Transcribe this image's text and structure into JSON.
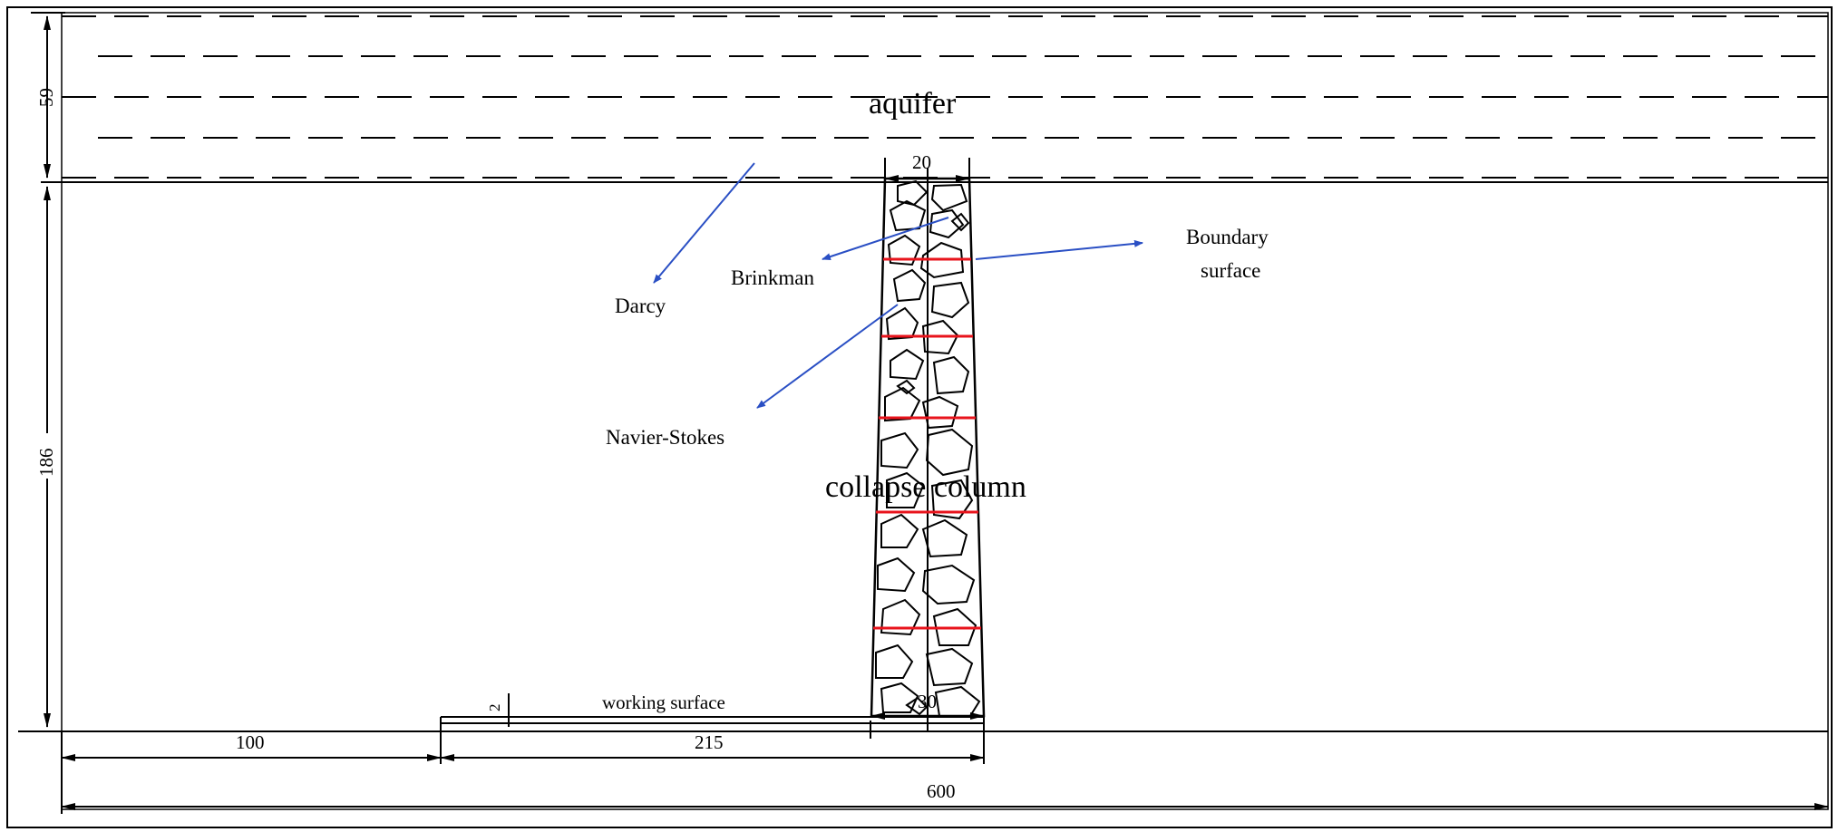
{
  "colors": {
    "line": "#000000",
    "arrow": "#2a4fc4",
    "boundary": "#e8141c"
  },
  "labels": {
    "aquifer": "aquifer",
    "collapse_column": "collapse column",
    "darcy": "Darcy",
    "brinkman": "Brinkman",
    "navier_stokes": "Navier-Stokes",
    "boundary_line1": "Boundary",
    "boundary_line2": "surface",
    "working_surface": "working surface"
  },
  "dimensions": {
    "aquifer_height": "59",
    "strata_height": "186",
    "column_top_width": "20",
    "column_bottom_width": "30",
    "working_surface_thickness": "2",
    "left_offset": "100",
    "working_surface_length": "215",
    "total_width": "600"
  }
}
